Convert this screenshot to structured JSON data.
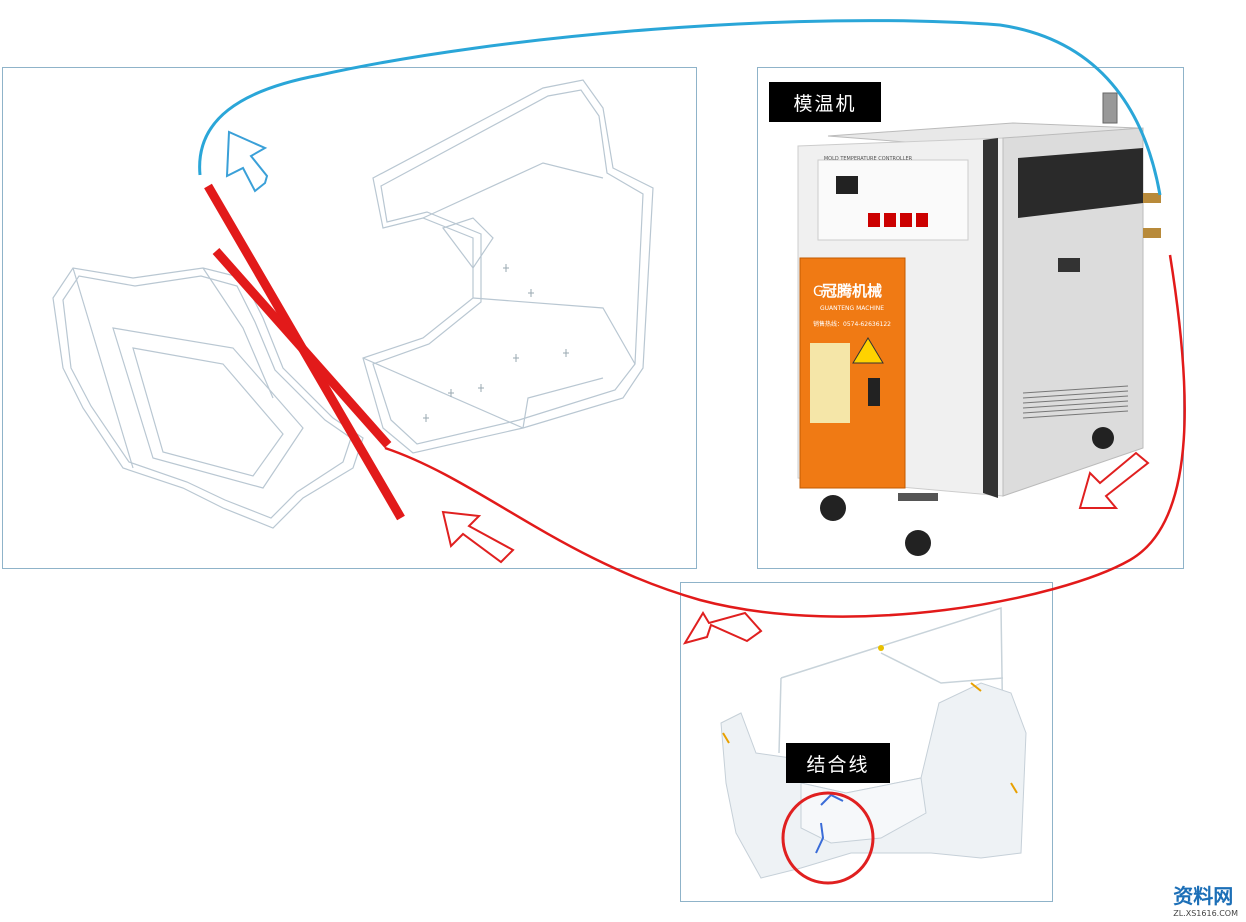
{
  "labels": {
    "mold_temp_machine": "模温机",
    "weld_line": "结合线"
  },
  "machine": {
    "brand_name": "冠腾机械",
    "brand_letter": "G",
    "brand_sub": "GUANTENG MACHINE",
    "hotline": "销售热线：0574-62636122",
    "header_text": "MOLD TEMPERATURE CONTROLLER"
  },
  "watermark": {
    "main": "资料网",
    "sub": "ZL.XS1616.COM"
  },
  "colors": {
    "hot_line": "#e21a1a",
    "cold_line": "#2aa6d8",
    "arrow_red": "#e02020",
    "arrow_blue": "#3aa0d8",
    "panel_border": "#8fb3c9",
    "machine_orange": "#f07a14"
  }
}
